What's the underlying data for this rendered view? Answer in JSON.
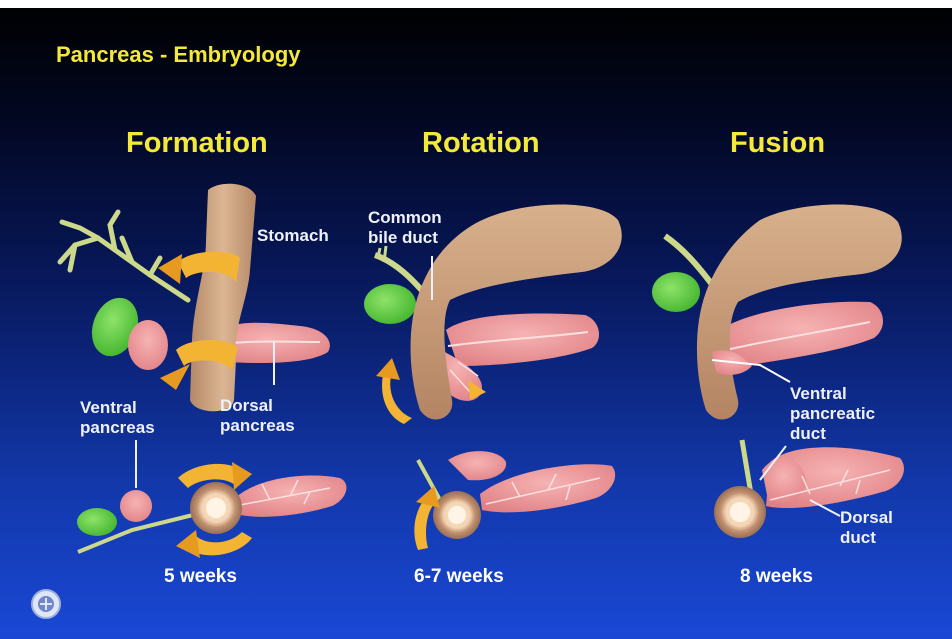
{
  "title": "Pancreas - Embryology",
  "stages": [
    {
      "heading": "Formation",
      "weeks": "5 weeks"
    },
    {
      "heading": "Rotation",
      "weeks": "6-7 weeks"
    },
    {
      "heading": "Fusion",
      "weeks": "8 weeks"
    }
  ],
  "labels": {
    "stomach": "Stomach",
    "common_bile_duct": [
      "Common",
      "bile duct"
    ],
    "ventral_pancreas": [
      "Ventral",
      "pancreas"
    ],
    "dorsal_pancreas": [
      "Dorsal",
      "pancreas"
    ],
    "ventral_pancreatic_duct": [
      "Ventral",
      "pancreatic",
      "duct"
    ],
    "dorsal_duct": [
      "Dorsal",
      "duct"
    ]
  },
  "colors": {
    "title": "#f4e93a",
    "stomach": "#c9a07c",
    "pancreas": "#e98c8f",
    "gallbladder": "#62cf3e",
    "duct": "#cdd98a",
    "arrow": "#f2b432"
  },
  "icons": [
    "rotation-arrow-icon",
    "society-logo-icon"
  ]
}
